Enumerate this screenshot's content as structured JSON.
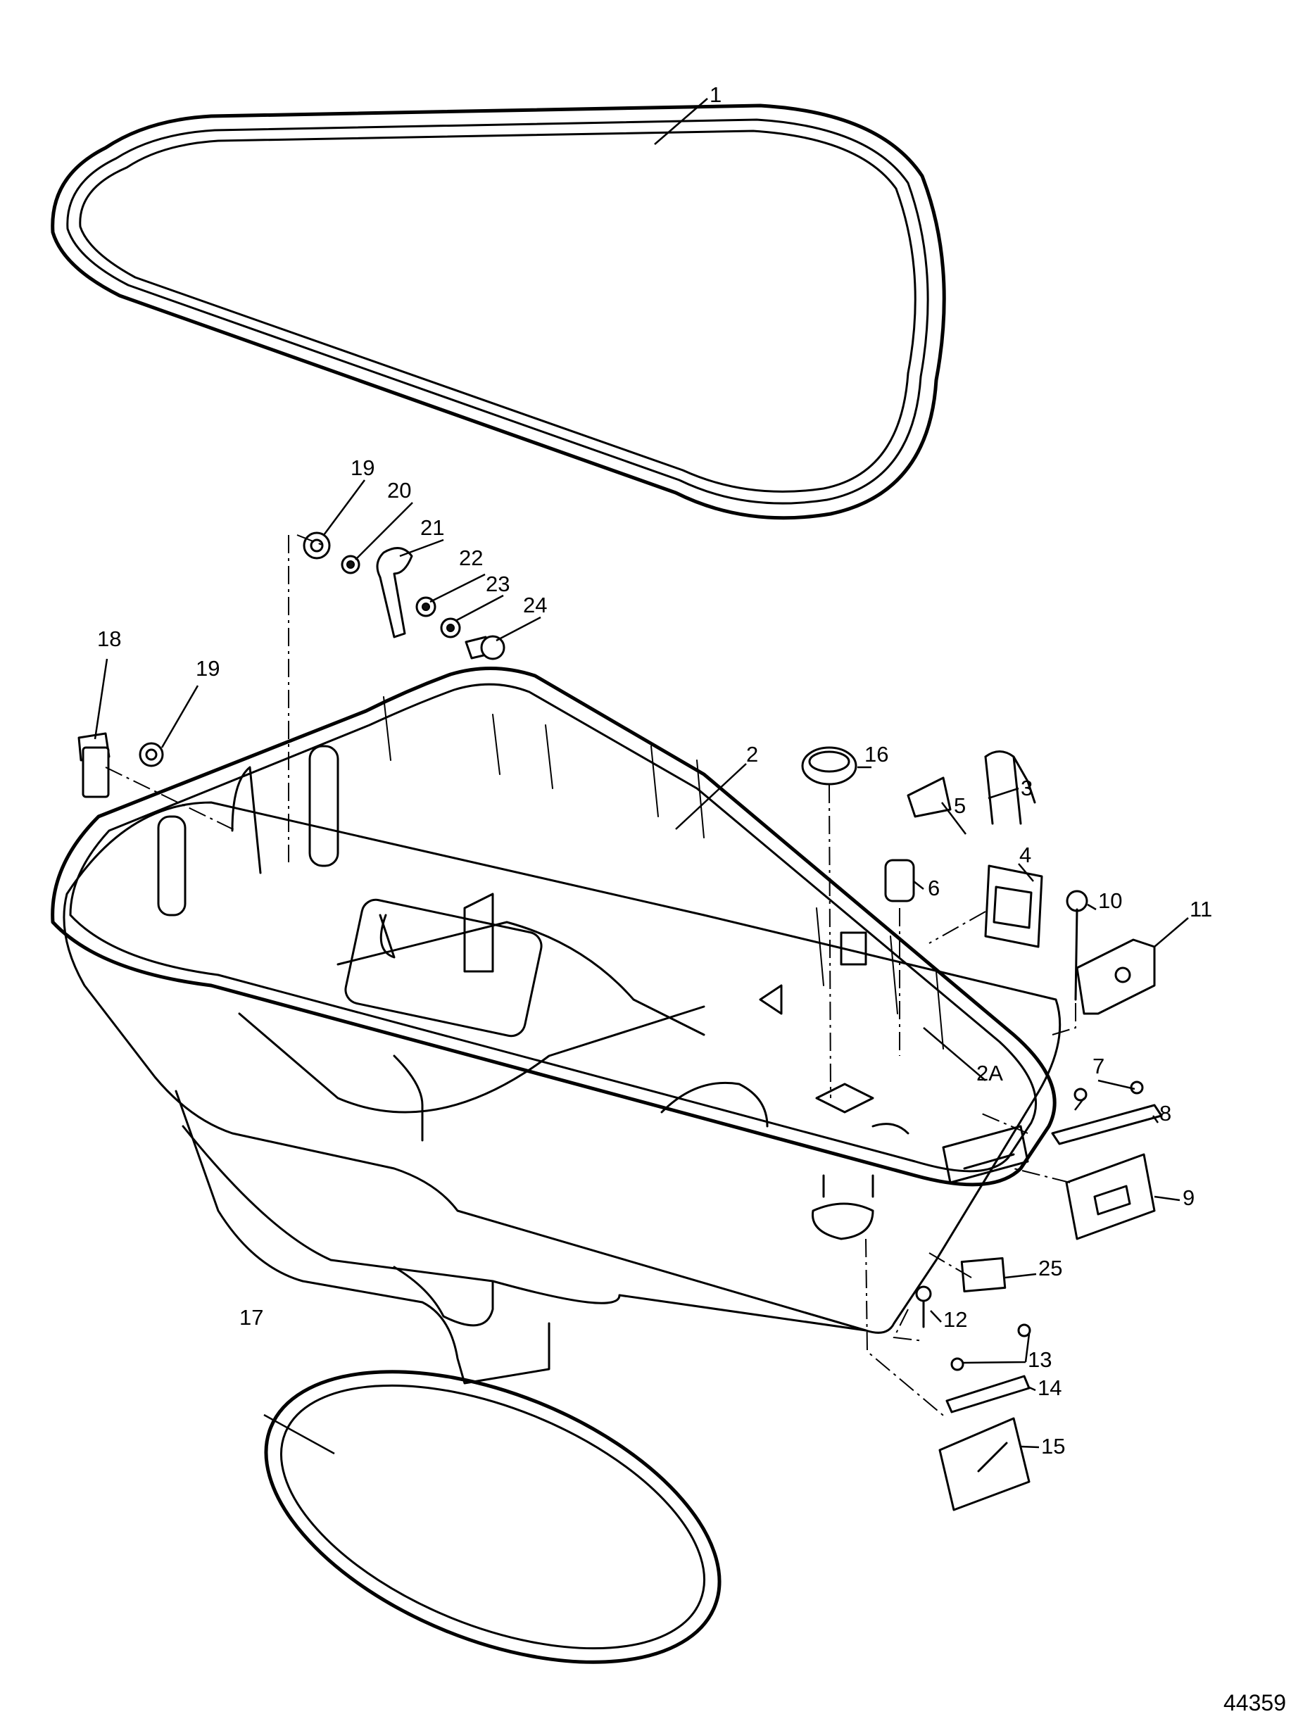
{
  "figure_number": "44359",
  "callouts": [
    {
      "id": "1",
      "label": "1"
    },
    {
      "id": "2",
      "label": "2"
    },
    {
      "id": "2A",
      "label": "2A"
    },
    {
      "id": "3",
      "label": "3"
    },
    {
      "id": "4",
      "label": "4"
    },
    {
      "id": "5",
      "label": "5"
    },
    {
      "id": "6",
      "label": "6"
    },
    {
      "id": "7",
      "label": "7"
    },
    {
      "id": "8",
      "label": "8"
    },
    {
      "id": "9",
      "label": "9"
    },
    {
      "id": "10",
      "label": "10"
    },
    {
      "id": "11",
      "label": "11"
    },
    {
      "id": "12",
      "label": "12"
    },
    {
      "id": "13",
      "label": "13"
    },
    {
      "id": "14",
      "label": "14"
    },
    {
      "id": "15",
      "label": "15"
    },
    {
      "id": "16",
      "label": "16"
    },
    {
      "id": "17",
      "label": "17"
    },
    {
      "id": "18",
      "label": "18"
    },
    {
      "id": "19a",
      "label": "19"
    },
    {
      "id": "19b",
      "label": "19"
    },
    {
      "id": "20",
      "label": "20"
    },
    {
      "id": "21",
      "label": "21"
    },
    {
      "id": "22",
      "label": "22"
    },
    {
      "id": "23",
      "label": "23"
    },
    {
      "id": "24",
      "label": "24"
    },
    {
      "id": "25",
      "label": "25"
    }
  ]
}
